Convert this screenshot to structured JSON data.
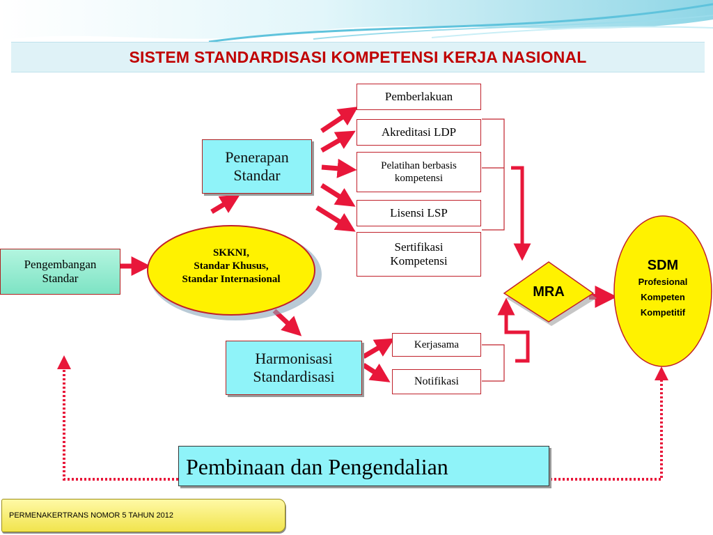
{
  "title": "SISTEM STANDARDISASI KOMPETENSI KERJA NASIONAL",
  "nodes": {
    "pengembangan": "Pengembangan\nStandar",
    "skkni": {
      "line1": "SKKNI,",
      "line2": "Standar Khusus,",
      "line3": "Standar Internasional"
    },
    "penerapan": "Penerapan\nStandar",
    "harmonisasi": "Harmonisasi\nStandardisasi",
    "pemberlakuan": "Pemberlakuan",
    "akreditasi": "Akreditasi LDP",
    "pelatihan": "Pelatihan berbasis\nkompetensi",
    "lisensi": "Lisensi LSP",
    "sertifikasi": "Sertifikasi\nKompetensi",
    "kerjasama": "Kerjasama",
    "notifikasi": "Notifikasi",
    "mra": "MRA",
    "sdm": {
      "line1": "SDM",
      "line2": "Profesional",
      "line3": "Kompeten",
      "line4": "Kompetitif"
    },
    "pembinaan": "Pembinaan dan Pengendalian"
  },
  "footer": "PERMENAKERTRANS NOMOR 5 TAHUN 2012",
  "colors": {
    "title": "#c00000",
    "arrow": "#e8173a",
    "cyan_box": "#8ff3f9",
    "ellipse": "#fff200",
    "dotted": "#e8173a",
    "footer": "#f6ea5a"
  }
}
